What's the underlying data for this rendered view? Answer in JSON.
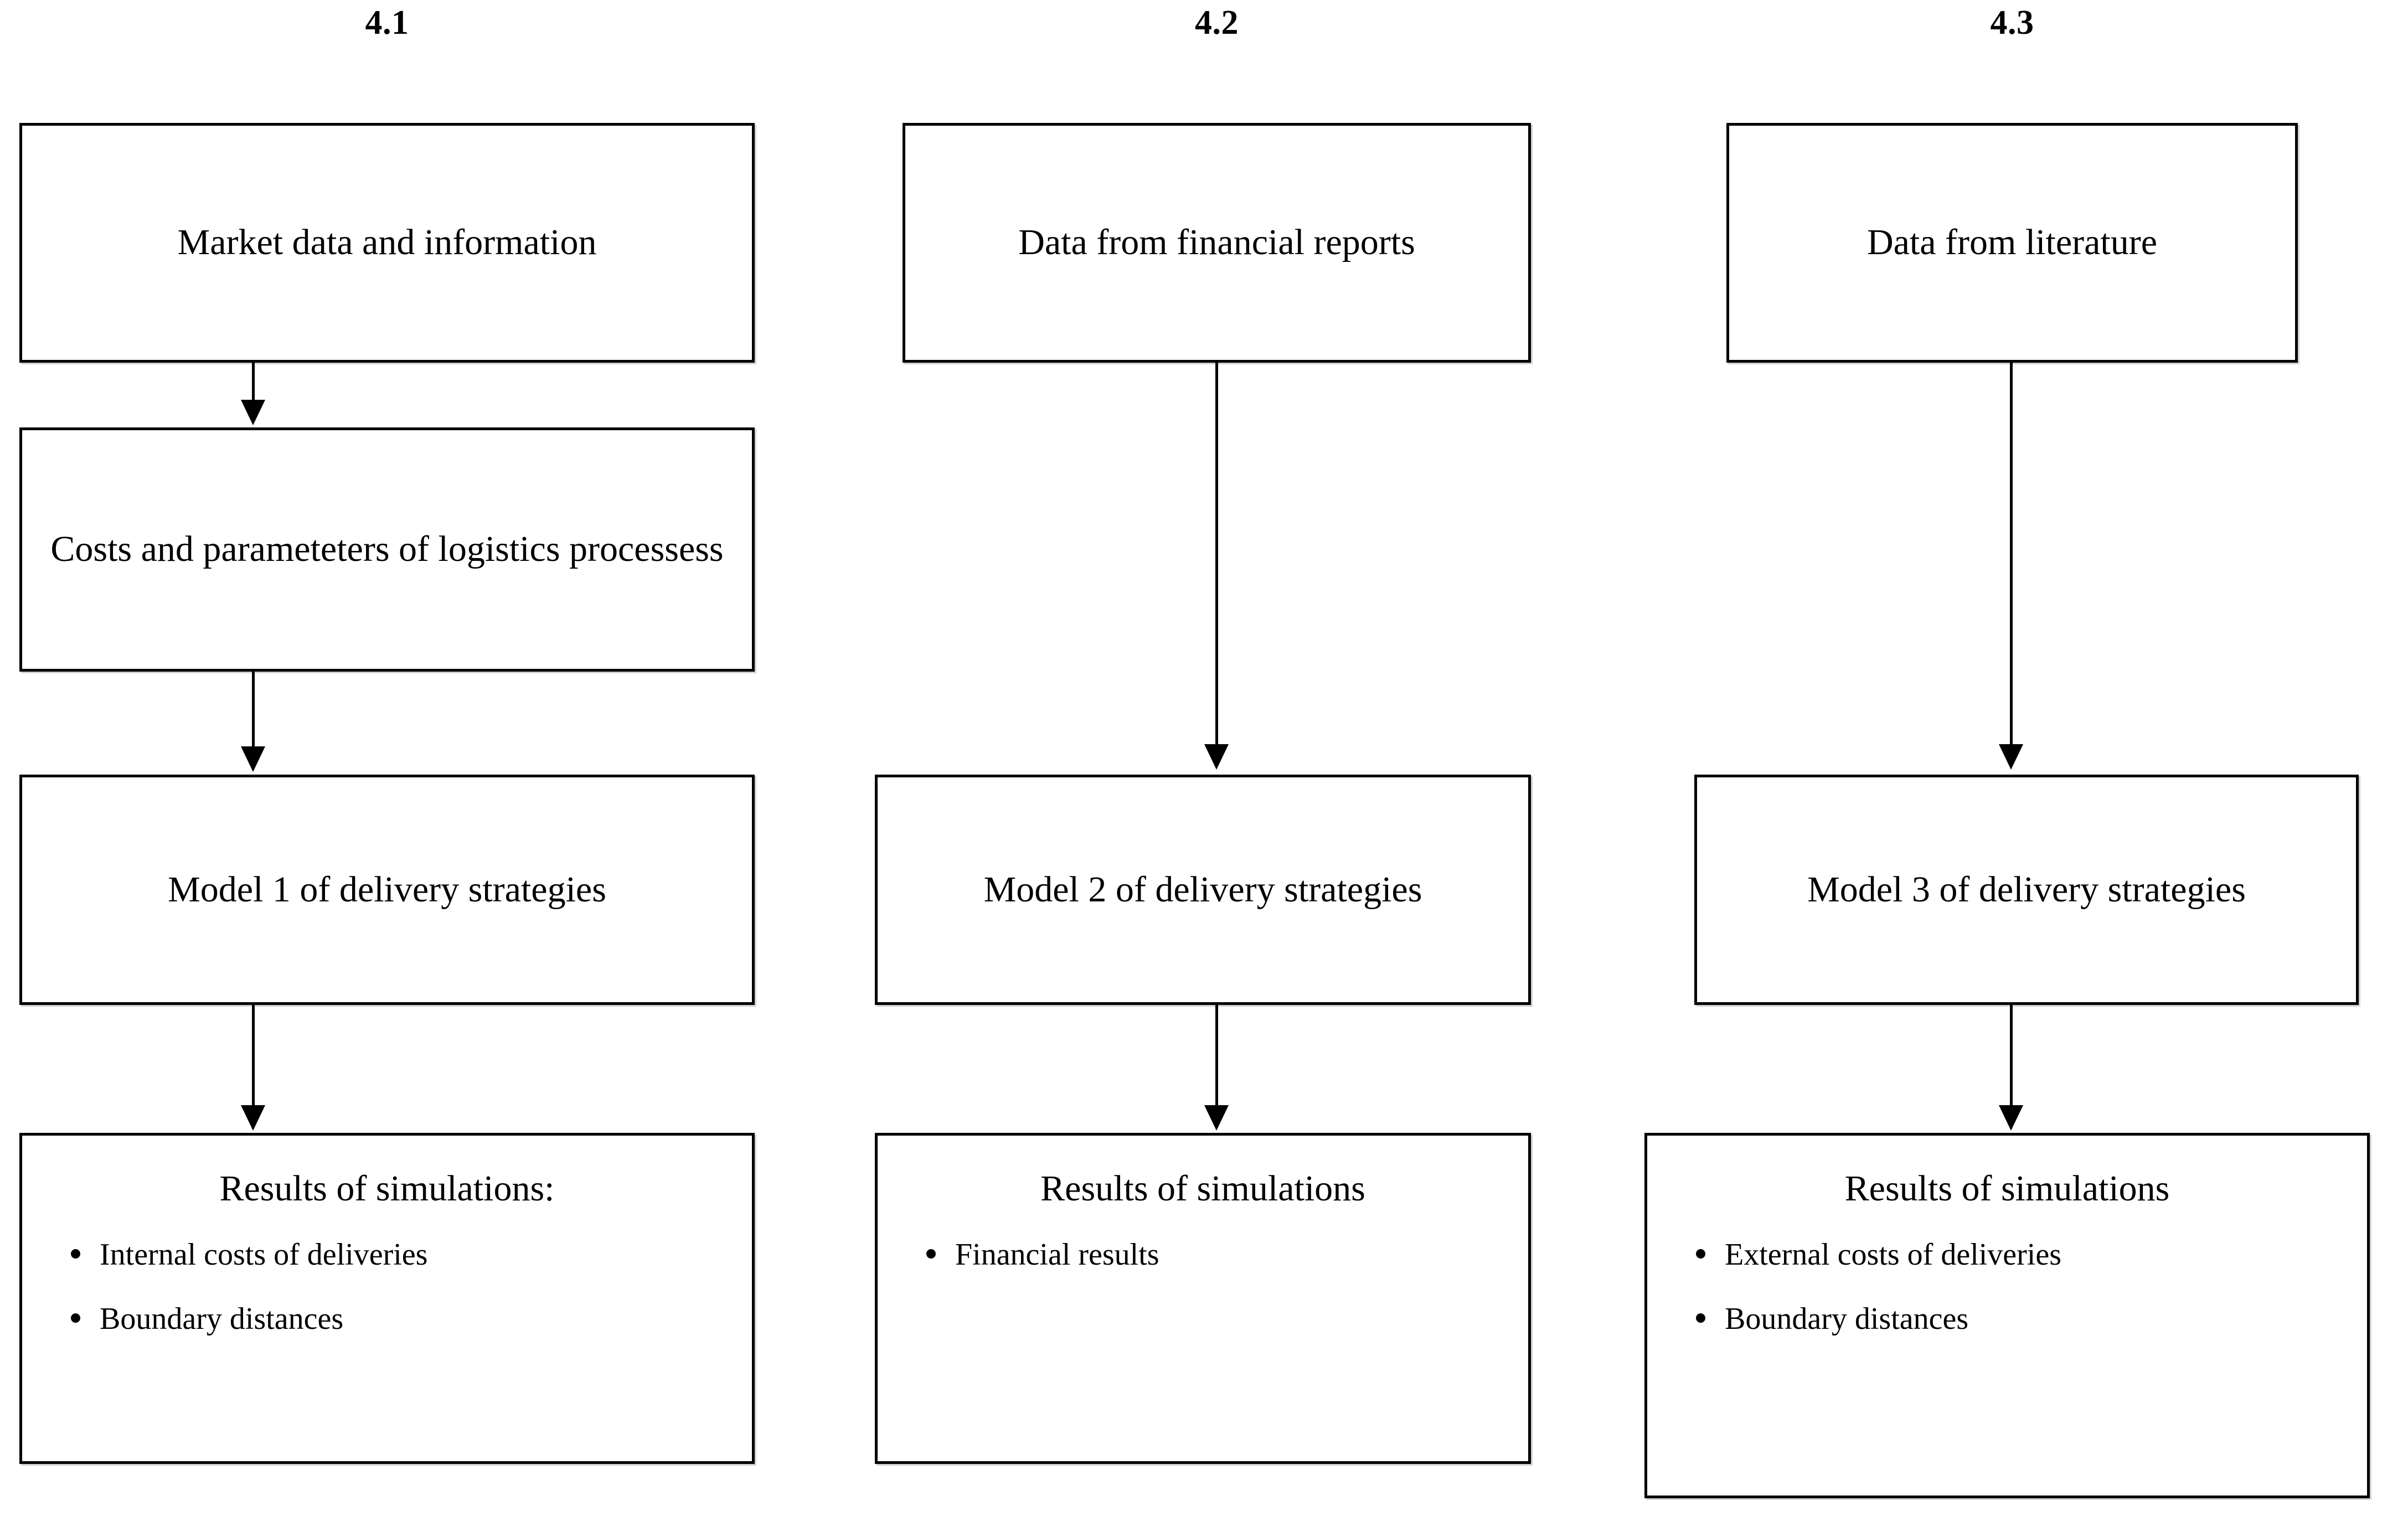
{
  "diagram": {
    "type": "flowchart",
    "title": "Research methodology flowchart of delivery strategy models",
    "background_color": "#ffffff",
    "line_color": "#000000",
    "text_color": "#000000"
  },
  "columns": [
    {
      "heading": "4.1",
      "nodes": [
        {
          "id": "c1n1",
          "title": "Market data and information",
          "bullets": []
        },
        {
          "id": "c1n2",
          "title": "Costs and parameteters of logistics processess",
          "bullets": []
        },
        {
          "id": "c1n3",
          "title": "Model 1 of delivery strategies",
          "bullets": []
        },
        {
          "id": "c1n4",
          "title": "Results of simulations:",
          "bullets": [
            "Internal costs of deliveries",
            "Boundary distances"
          ]
        }
      ],
      "connectors": [
        "c1n1-to-c1n2",
        "c1n2-to-c1n3",
        "c1n3-to-c1n4"
      ]
    },
    {
      "heading": "4.2",
      "nodes": [
        {
          "id": "c2n1",
          "title": "Data from financial reports",
          "bullets": []
        },
        {
          "id": "c2n3",
          "title": "Model 2 of delivery strategies",
          "bullets": []
        },
        {
          "id": "c2n4",
          "title": "Results of simulations",
          "bullets": [
            "Financial results"
          ]
        }
      ],
      "connectors": [
        "c2n1-to-c2n3",
        "c2n3-to-c2n4"
      ]
    },
    {
      "heading": "4.3",
      "nodes": [
        {
          "id": "c3n1",
          "title": "Data from literature",
          "bullets": []
        },
        {
          "id": "c3n3",
          "title": "Model 3 of delivery strategies",
          "bullets": []
        },
        {
          "id": "c3n4",
          "title": "Results of simulations",
          "bullets": [
            "External costs of deliveries",
            "Boundary distances"
          ]
        }
      ],
      "connectors": [
        "c3n1-to-c3n3",
        "c3n3-to-c3n4"
      ]
    }
  ]
}
